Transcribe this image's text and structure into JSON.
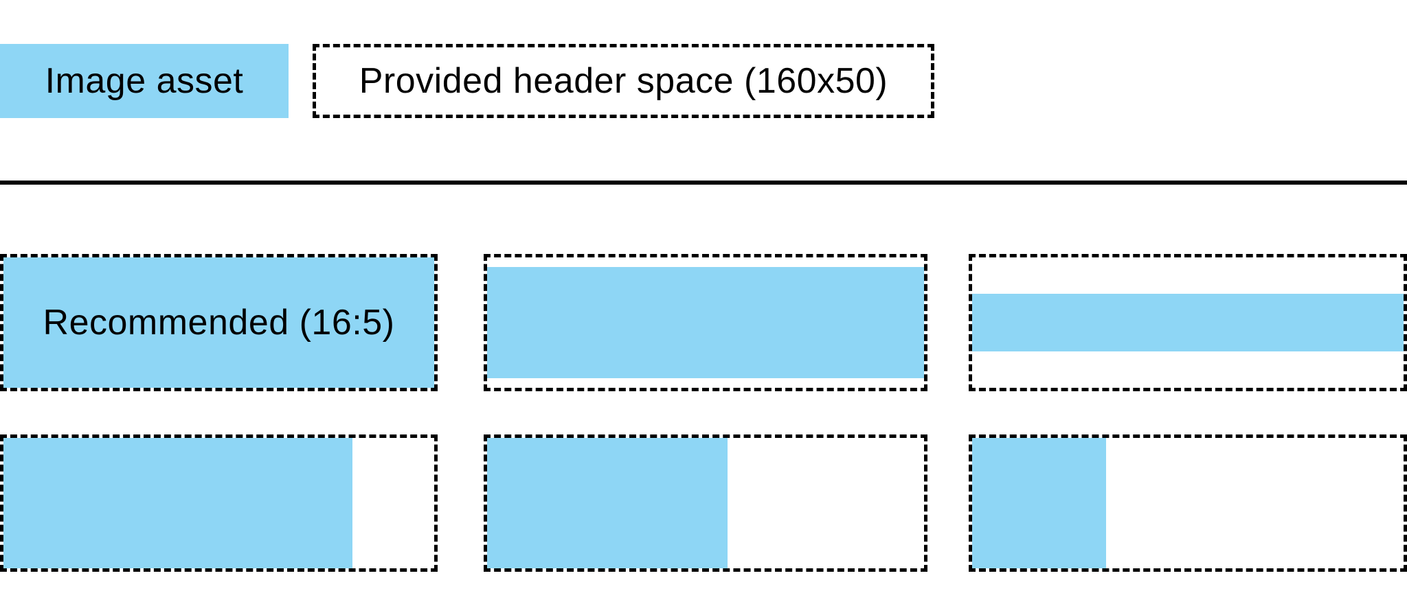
{
  "legend": {
    "image_asset_label": "Image asset",
    "header_space_label": "Provided header space (160x50)"
  },
  "colors": {
    "asset_blue": "#8ED6F5",
    "line_black": "#000000"
  },
  "grid": {
    "boxes": [
      {
        "name": "recommended-16-5",
        "label": "Recommended (16:5)",
        "fill_width": "100%",
        "fill_height": "100%"
      },
      {
        "name": "wide-asset-letterboxed",
        "fill_width": "100%",
        "fill_height": "85%"
      },
      {
        "name": "very-wide-asset-letterboxed",
        "fill_width": "100%",
        "fill_height": "44%"
      },
      {
        "name": "tall-asset-left",
        "fill_width": "81%",
        "fill_height": "100%"
      },
      {
        "name": "taller-asset-left",
        "fill_width": "55%",
        "fill_height": "100%"
      },
      {
        "name": "square-asset-left",
        "fill_width": "31%",
        "fill_height": "100%"
      }
    ]
  }
}
